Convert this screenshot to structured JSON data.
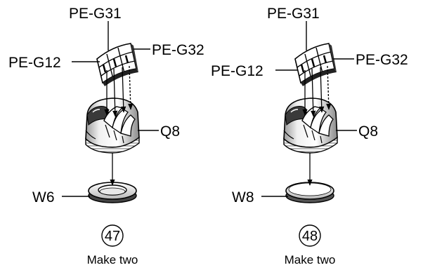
{
  "diagram": {
    "assemblies": [
      {
        "labels": {
          "top": "PE-G31",
          "left": "PE-G12",
          "right": "PE-G32",
          "body": "Q8",
          "base": "W6"
        },
        "step": "47",
        "note": "Make two"
      },
      {
        "labels": {
          "top": "PE-G31",
          "left": "PE-G12",
          "right": "PE-G32",
          "body": "Q8",
          "base": "W8"
        },
        "step": "48",
        "note": "Make two"
      }
    ]
  }
}
